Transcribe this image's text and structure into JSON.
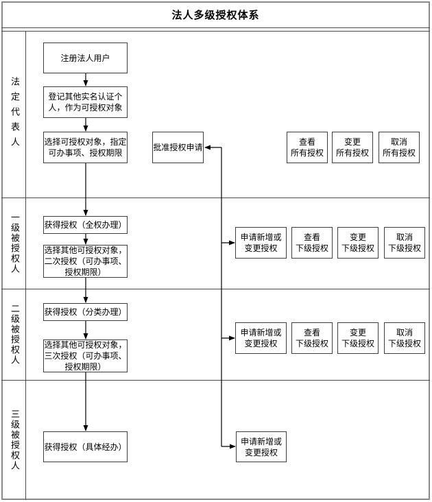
{
  "title": "法人多级授权体系",
  "lanes": [
    {
      "label": "法定代表人",
      "flow": [
        "注册法人用户",
        "登记其他实名认证个\n人，作为可授权对象",
        "选择可授权对象，指定\n可办事项、授权期限"
      ],
      "approve": "批准授权申请",
      "actions": [
        "查看\n所有授权",
        "变更\n所有授权",
        "取消\n所有授权"
      ]
    },
    {
      "label": "一级被授权人",
      "flow": [
        "获得授权（全权办理）",
        "选择其他可授权对象，\n二次授权（可办事项、\n授权期限）"
      ],
      "actions": [
        "申请新增或\n变更授权",
        "查看\n下级授权",
        "变更\n下级授权",
        "取消\n下级授权"
      ]
    },
    {
      "label": "二级被授权人",
      "flow": [
        "获得授权（分类办理）",
        "选择其他可授权对象，\n三次授权（可办事项、\n授权期限）"
      ],
      "actions": [
        "申请新增或\n变更授权",
        "查看\n下级授权",
        "变更\n下级授权",
        "取消\n下级授权"
      ]
    },
    {
      "label": "三级被授权人",
      "flow": [
        "获得授权（具体经办）"
      ],
      "actions": [
        "申请新增或\n变更授权"
      ]
    }
  ]
}
